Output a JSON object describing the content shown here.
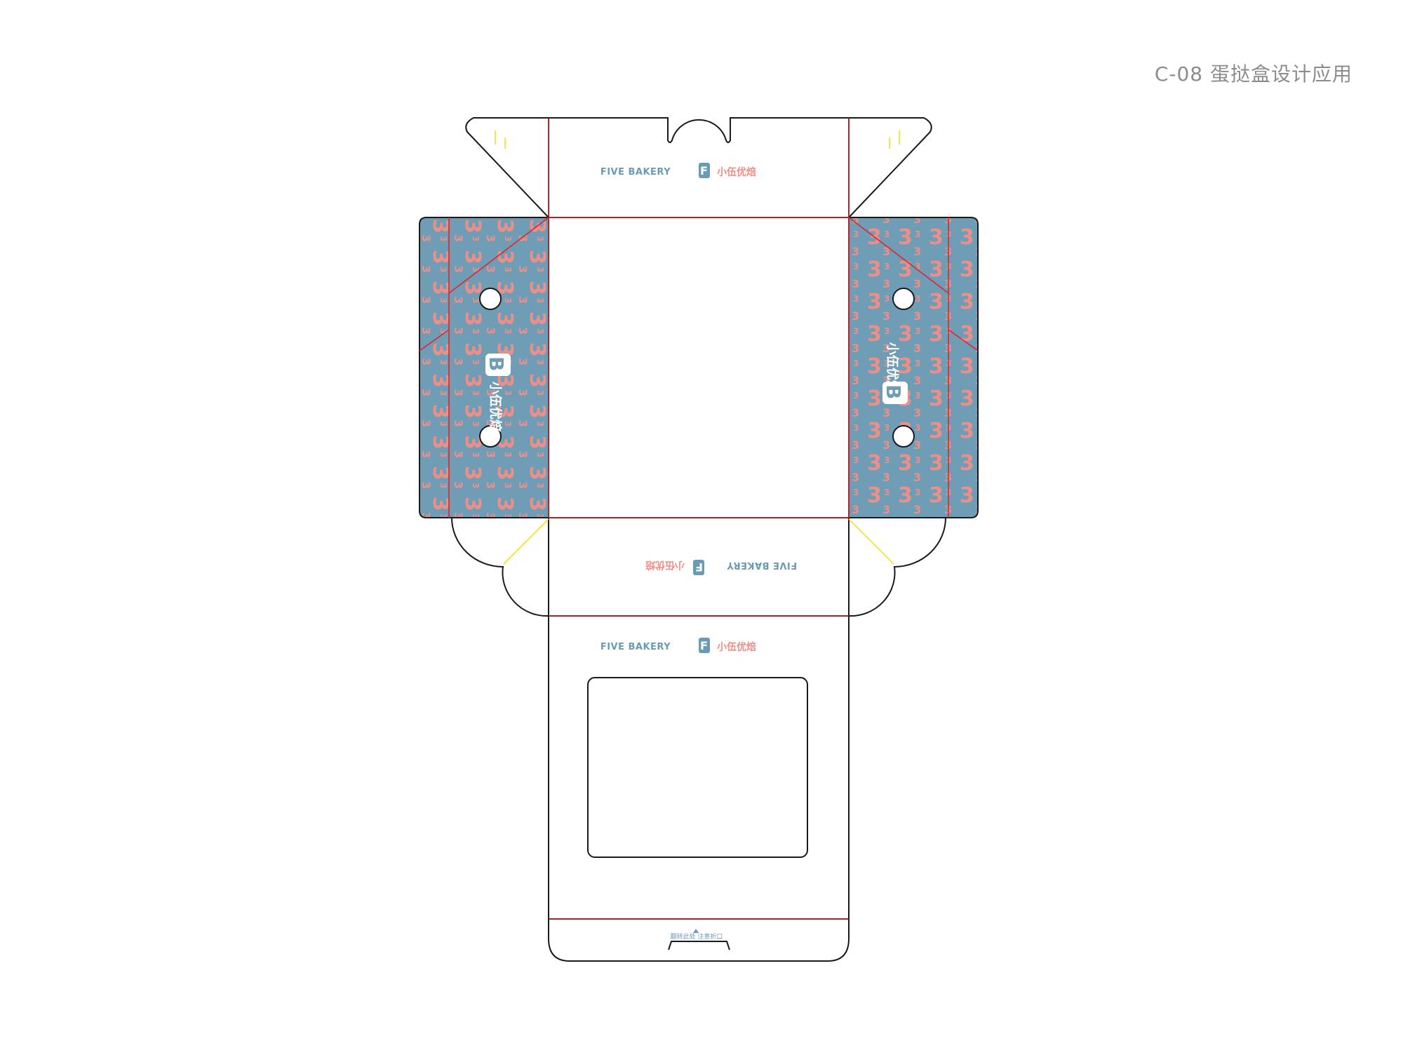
{
  "page": {
    "title": "C-08 蛋挞盒设计应用"
  },
  "brand": {
    "name_en": "FIVE BAKERY",
    "name_cn": "小伍优焙",
    "monogram": "FB",
    "pattern_glyph": "3"
  },
  "dieline": {
    "tuck_note": "翻转此处  注意折口"
  },
  "colors": {
    "pattern_bg": "#6f9db5",
    "pattern_fg": "#ec8f89",
    "brand_blue": "#6a9bb6",
    "brand_pink": "#ef8e86",
    "cut_line": "#1a1a1a",
    "fold_line": "#e0262a",
    "glue_line": "#f0e21c"
  },
  "icons": {
    "logo": "fb-monogram-icon",
    "pattern": "three-glyph-pattern",
    "tuck_arrow": "triangle-up-icon"
  }
}
